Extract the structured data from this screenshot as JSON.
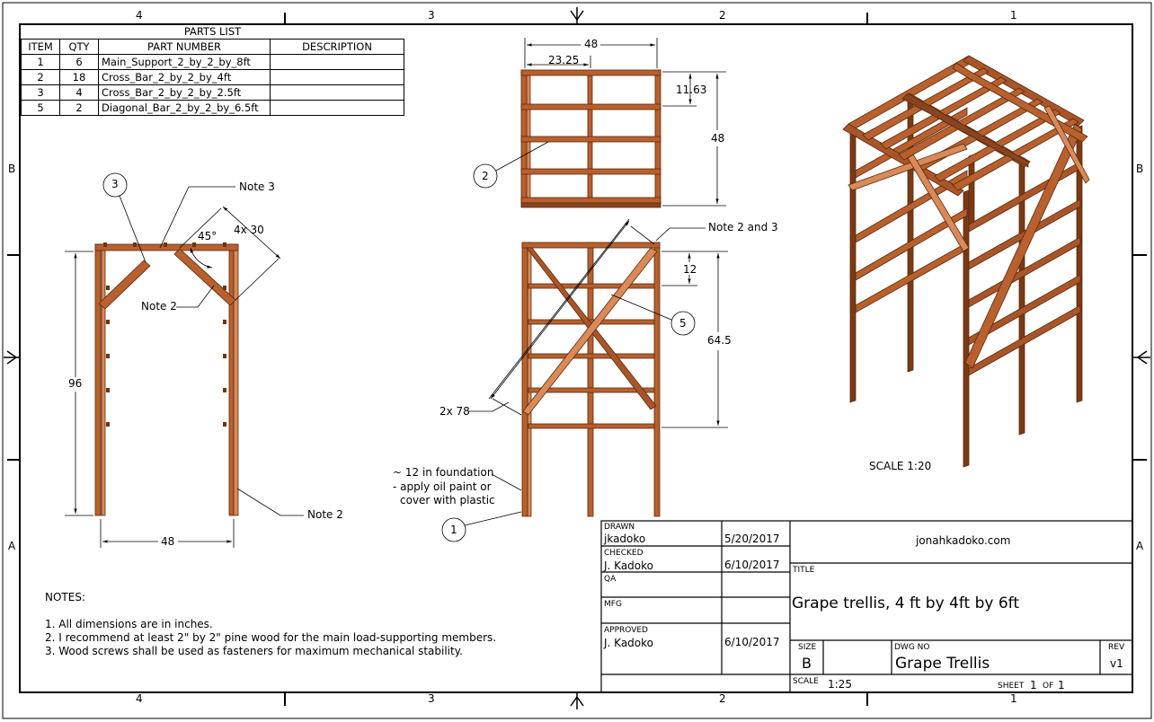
{
  "border": {
    "zones_top": [
      "4",
      "3",
      "2",
      "1"
    ],
    "zones_bottom": [
      "4",
      "3",
      "2",
      "1"
    ],
    "zones_left": [
      "B",
      "A"
    ],
    "zones_right": [
      "B",
      "A"
    ]
  },
  "parts_list": {
    "title": "PARTS LIST",
    "headers": [
      "ITEM",
      "QTY",
      "PART NUMBER",
      "DESCRIPTION"
    ],
    "rows": [
      {
        "item": "1",
        "qty": "6",
        "part": "Main_Support_2_by_2_by_8ft",
        "desc": ""
      },
      {
        "item": "2",
        "qty": "18",
        "part": "Cross_Bar_2_by_2_by_4ft",
        "desc": ""
      },
      {
        "item": "3",
        "qty": "4",
        "part": "Cross_Bar_2_by_2_by_2.5ft",
        "desc": ""
      },
      {
        "item": "5",
        "qty": "2",
        "part": "Diagonal_Bar_2_by_2_by_6.5ft",
        "desc": ""
      }
    ]
  },
  "views": {
    "front": {
      "height_dim": "96",
      "width_dim": "48",
      "diag_dim": "4x 30",
      "angle_dim": "45°",
      "balloon": "3",
      "note_top": "Note 3",
      "note_mid": "Note 2",
      "note_bottom": "Note 2"
    },
    "top": {
      "width_dim": "48",
      "half_dim": "23.25",
      "spacing_dim": "11.63",
      "depth_dim": "48",
      "balloon": "2"
    },
    "side": {
      "spacing_dim": "12",
      "height_dim": "64.5",
      "diag_dim": "2x 78",
      "note": "Note 2 and 3",
      "balloon_diag": "5",
      "balloon_post": "1",
      "foundation_note": [
        "~ 12 in foundation",
        "- apply oil paint or",
        "cover with plastic"
      ]
    },
    "iso": {
      "scale": "SCALE 1:20"
    }
  },
  "notes": {
    "header": "NOTES:",
    "items": [
      "1. All dimensions are in inches.",
      "2. I recommend at least 2\" by 2\" pine wood for the main load-supporting members.",
      "3. Wood screws shall be used as fasteners for maximum mechanical stability."
    ]
  },
  "title_block": {
    "drawn_label": "DRAWN",
    "drawn_by": "jkadoko",
    "drawn_date": "5/20/2017",
    "checked_label": "CHECKED",
    "checked_by": "J. Kadoko",
    "checked_date": "6/10/2017",
    "qa_label": "QA",
    "mfg_label": "MFG",
    "approved_label": "APPROVED",
    "approved_by": "J. Kadoko",
    "approved_date": "6/10/2017",
    "company": "jonahkadoko.com",
    "title_label": "TITLE",
    "title": "Grape trellis, 4 ft by 4ft by 6ft",
    "size_label": "SIZE",
    "size": "B",
    "dwg_label": "DWG NO",
    "dwg": "Grape Trellis",
    "rev_label": "REV",
    "rev": "v1",
    "scale_label": "SCALE",
    "scale": "1:25",
    "sheet_label": "SHEET",
    "sheet": "1",
    "of_label": "OF",
    "sheet_total": "1"
  },
  "colors": {
    "wood": "#b8602e",
    "wood_dark": "#6e3412",
    "wood_light": "#d98a58",
    "line": "#000000"
  }
}
